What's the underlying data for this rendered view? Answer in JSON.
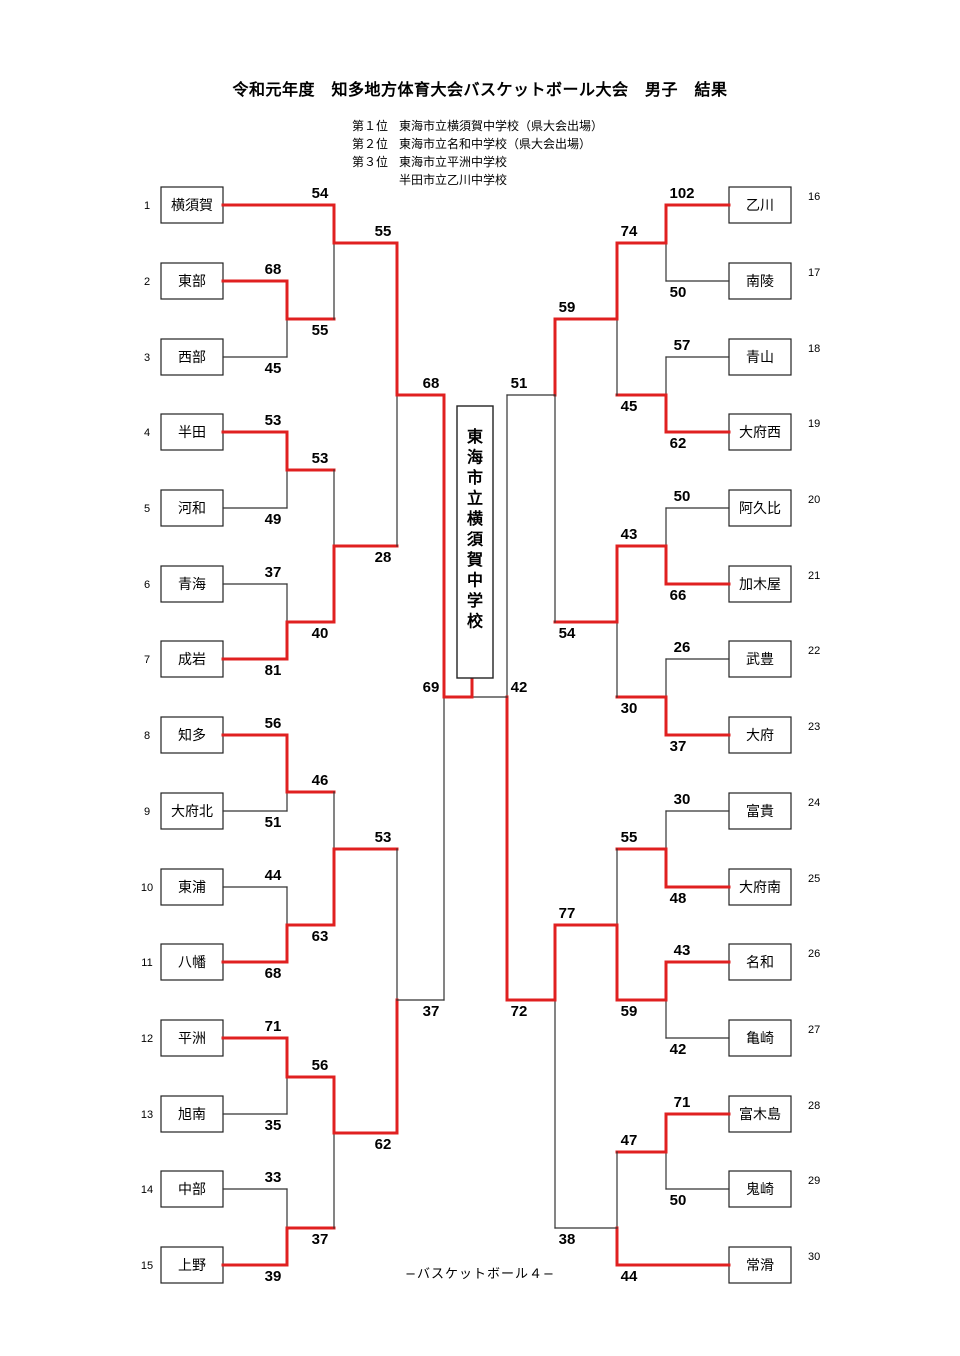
{
  "title": "令和元年度　知多地方体育大会バスケットボール大会　男子　結果",
  "results": [
    {
      "rank": "第１位",
      "school": "東海市立横須賀中学校（県大会出場）"
    },
    {
      "rank": "第２位",
      "school": "東海市立名和中学校（県大会出場）"
    },
    {
      "rank": "第３位",
      "school": "東海市立平洲中学校"
    },
    {
      "rank": "",
      "school": "半田市立乙川中学校"
    }
  ],
  "champion": "東海市立横須賀中学校",
  "footer": "−バスケットボール４−",
  "colors": {
    "winner_line": "#e02020",
    "line": "#333333"
  },
  "teams": [
    {
      "no": "1",
      "name": "横須賀"
    },
    {
      "no": "2",
      "name": "東部"
    },
    {
      "no": "3",
      "name": "西部"
    },
    {
      "no": "4",
      "name": "半田"
    },
    {
      "no": "5",
      "name": "河和"
    },
    {
      "no": "6",
      "name": "青海"
    },
    {
      "no": "7",
      "name": "成岩"
    },
    {
      "no": "8",
      "name": "知多"
    },
    {
      "no": "9",
      "name": "大府北"
    },
    {
      "no": "10",
      "name": "東浦"
    },
    {
      "no": "11",
      "name": "八幡"
    },
    {
      "no": "12",
      "name": "平洲"
    },
    {
      "no": "13",
      "name": "旭南"
    },
    {
      "no": "14",
      "name": "中部"
    },
    {
      "no": "15",
      "name": "上野"
    },
    {
      "no": "16",
      "name": "乙川"
    },
    {
      "no": "17",
      "name": "南陵"
    },
    {
      "no": "18",
      "name": "青山"
    },
    {
      "no": "19",
      "name": "大府西"
    },
    {
      "no": "20",
      "name": "阿久比"
    },
    {
      "no": "21",
      "name": "加木屋"
    },
    {
      "no": "22",
      "name": "武豊"
    },
    {
      "no": "23",
      "name": "大府"
    },
    {
      "no": "24",
      "name": "富貴"
    },
    {
      "no": "25",
      "name": "大府南"
    },
    {
      "no": "26",
      "name": "名和"
    },
    {
      "no": "27",
      "name": "亀崎"
    },
    {
      "no": "28",
      "name": "富木島"
    },
    {
      "no": "29",
      "name": "鬼崎"
    },
    {
      "no": "30",
      "name": "常滑"
    }
  ],
  "scores": {
    "left": {
      "r1": [
        "68",
        "45",
        "53",
        "49",
        "37",
        "81",
        "56",
        "51",
        "44",
        "68",
        "71",
        "35",
        "33",
        "39"
      ],
      "r2": [
        "54",
        "55",
        "53",
        "40",
        "46",
        "63",
        "56",
        "37"
      ],
      "r3": [
        "55",
        "28",
        "53",
        "62"
      ],
      "r4": [
        "68",
        "37"
      ],
      "final": "69"
    },
    "right": {
      "r1": [
        "102",
        "50",
        "57",
        "62",
        "50",
        "66",
        "26",
        "37",
        "30",
        "48",
        "43",
        "42",
        "71",
        "50"
      ],
      "r2": [
        "74",
        "45",
        "43",
        "30",
        "55",
        "59",
        "47",
        "44"
      ],
      "r3": [
        "59",
        "54",
        "77",
        "38"
      ],
      "r4": [
        "51",
        "72"
      ],
      "final": "42"
    }
  }
}
